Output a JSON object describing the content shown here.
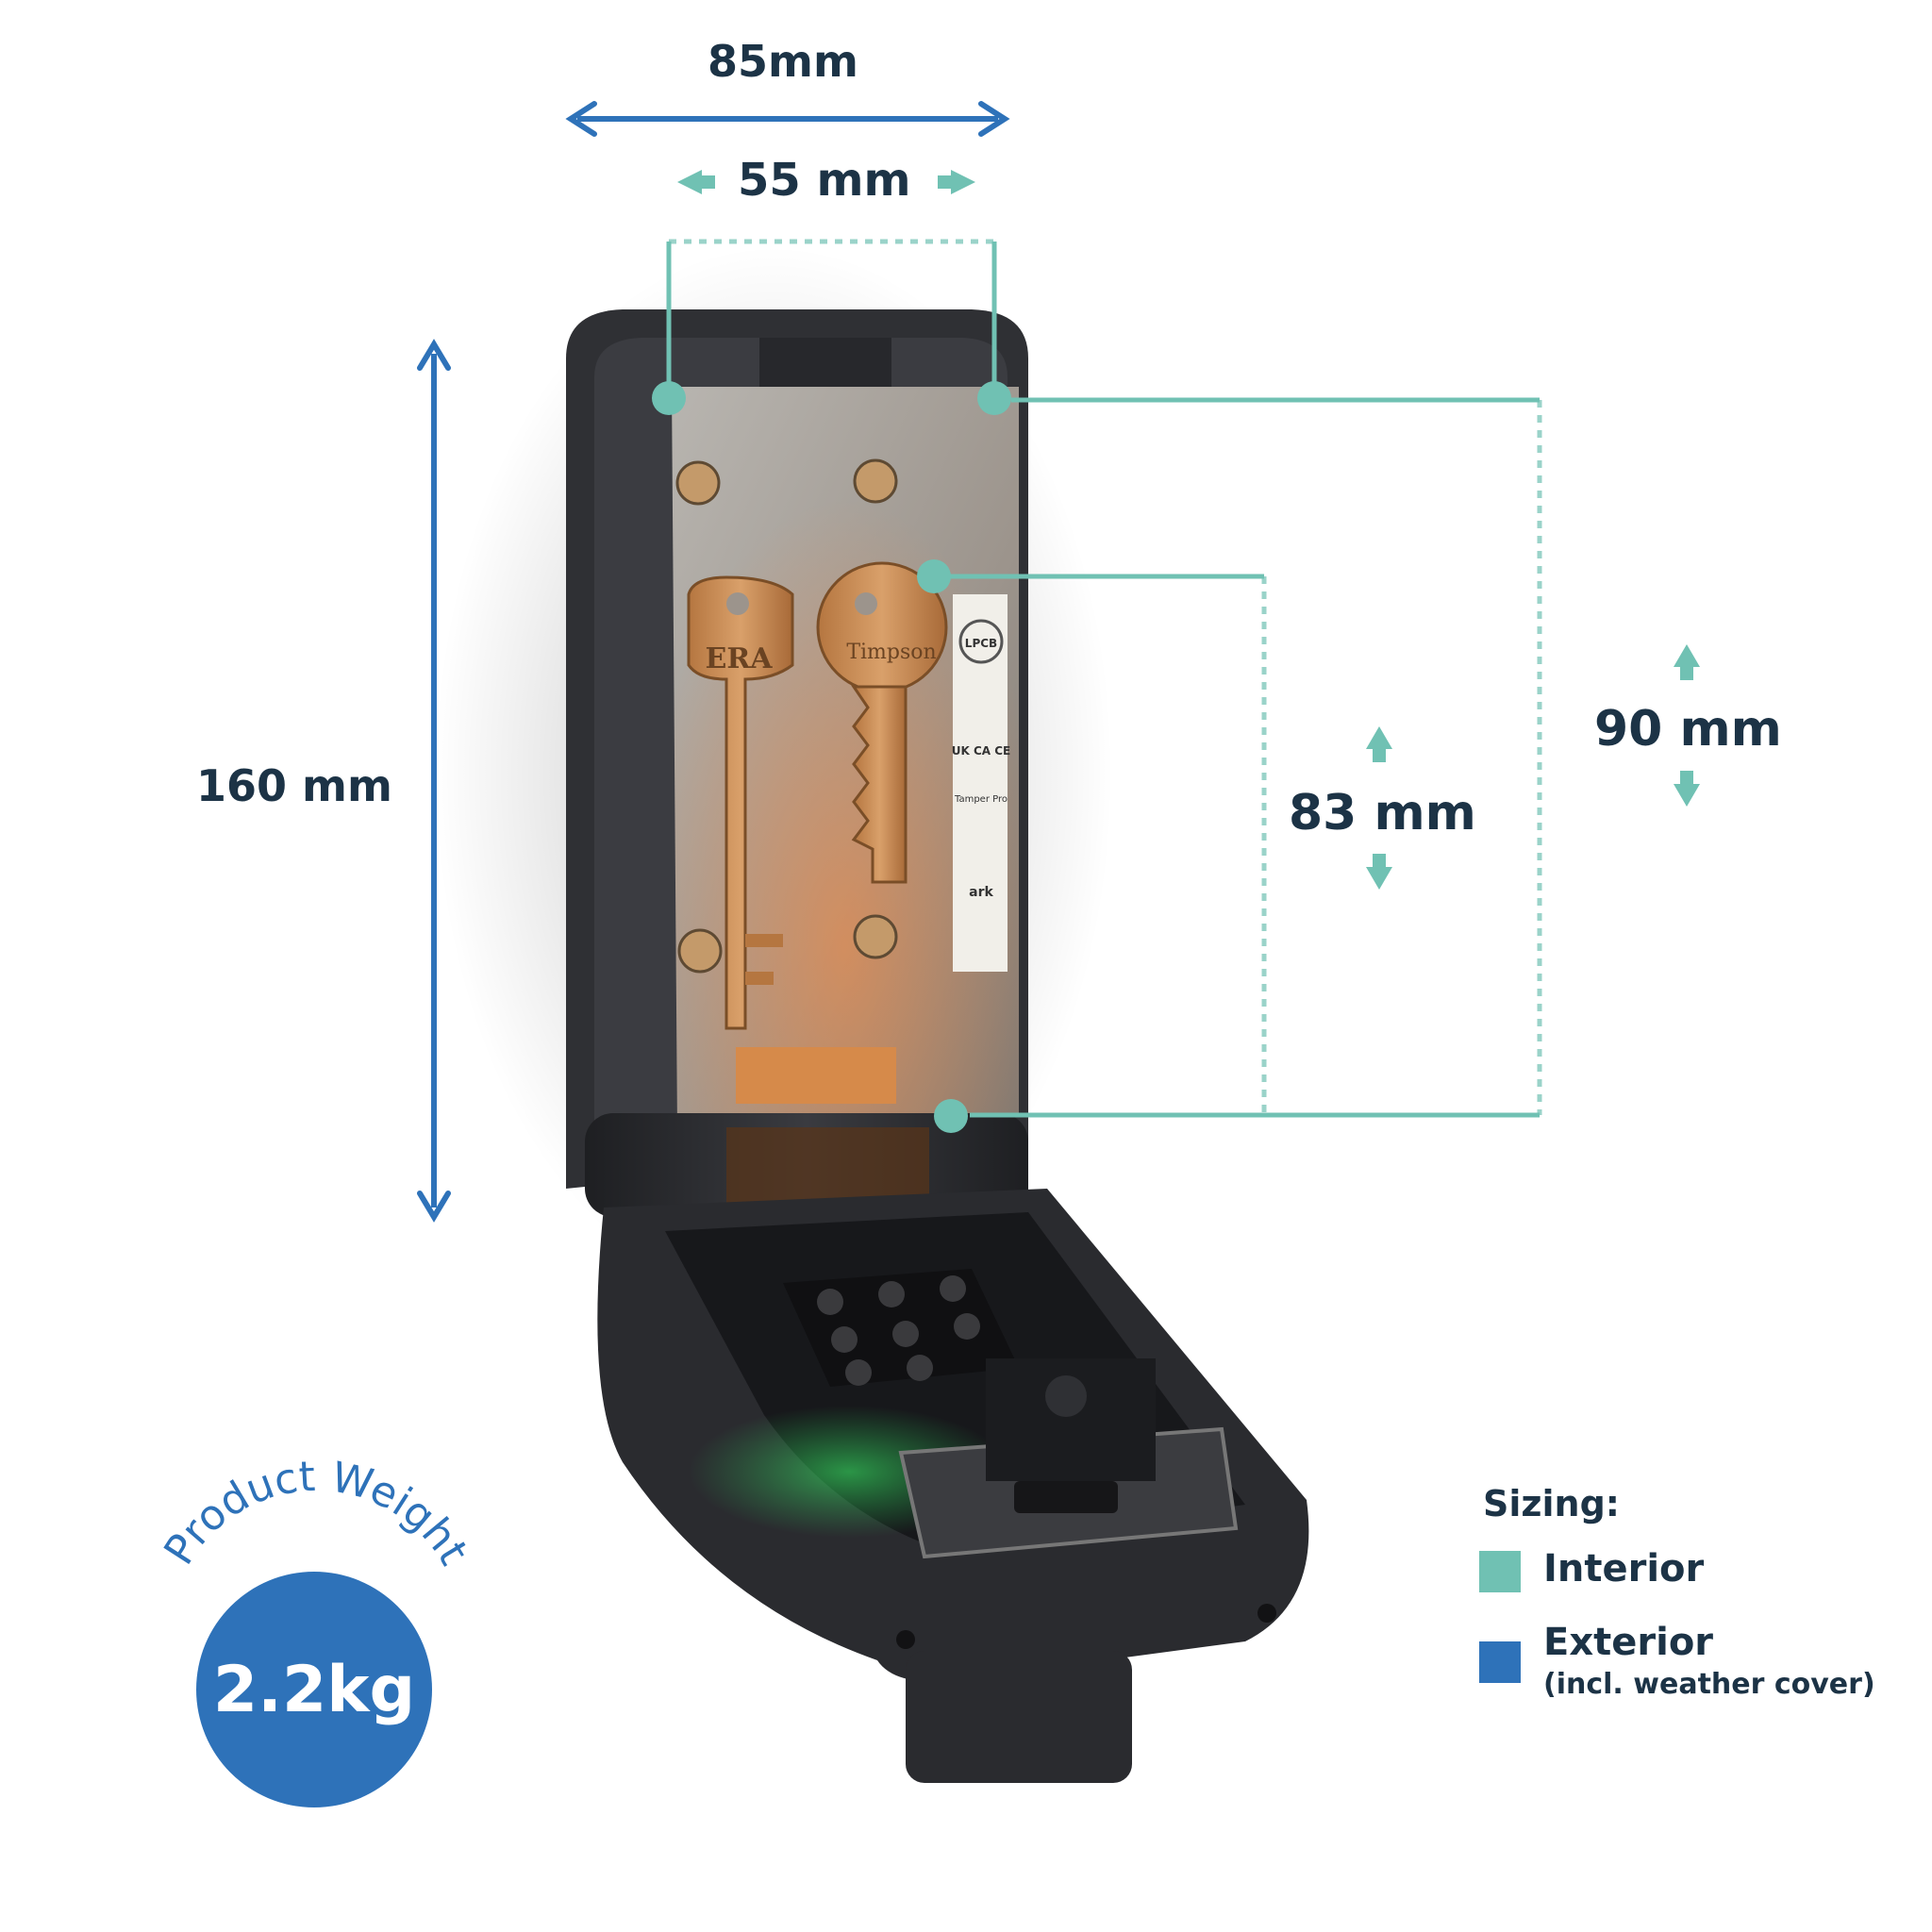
{
  "colors": {
    "interior": "#70c1b3",
    "exterior": "#2e72b9",
    "text": "#1c3346",
    "body": "#2b2c30",
    "plate": "#9a9a9a",
    "brass": "#c78a52",
    "glow": "#2cd95f"
  },
  "dimensions": {
    "exterior_width": "85mm",
    "interior_width": "55 mm",
    "exterior_height": "160 mm",
    "interior_height_keys": "83 mm",
    "interior_height_total": "90 mm"
  },
  "legend": {
    "title": "Sizing:",
    "interior_label": "Interior",
    "exterior_label": "Exterior",
    "exterior_note": "(incl. weather cover)"
  },
  "weight": {
    "arc_label": "Product Weight",
    "value": "2.2kg"
  },
  "product": {
    "key_left_brand": "ERA",
    "key_right_brand": "Timpson",
    "label_mark": "LPCB",
    "label_cert": "UK CA CE",
    "label_tamper": "Tamper Pro",
    "label_ark": "ark"
  }
}
